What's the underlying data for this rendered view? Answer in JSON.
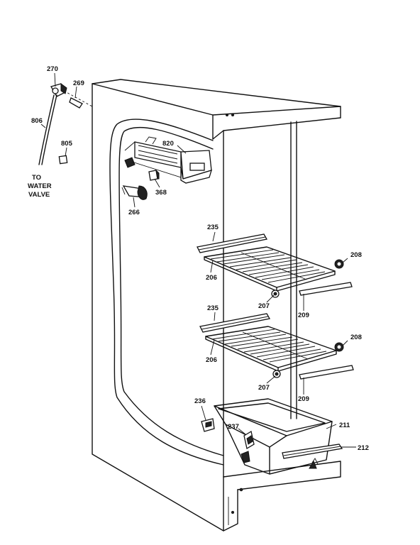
{
  "labels": {
    "p270": "270",
    "p269": "269",
    "p806": "806",
    "p805": "805",
    "water_note_1": "TO",
    "water_note_2": "WATER",
    "water_note_3": "VALVE",
    "p820": "820",
    "p368": "368",
    "p266": "266",
    "p235a": "235",
    "p206a": "206",
    "p208a": "208",
    "p207a": "207",
    "p209a": "209",
    "p235b": "235",
    "p206b": "206",
    "p208b": "208",
    "p207b": "207",
    "p209b": "209",
    "p236": "236",
    "p237": "237",
    "p211": "211",
    "p212": "212"
  }
}
